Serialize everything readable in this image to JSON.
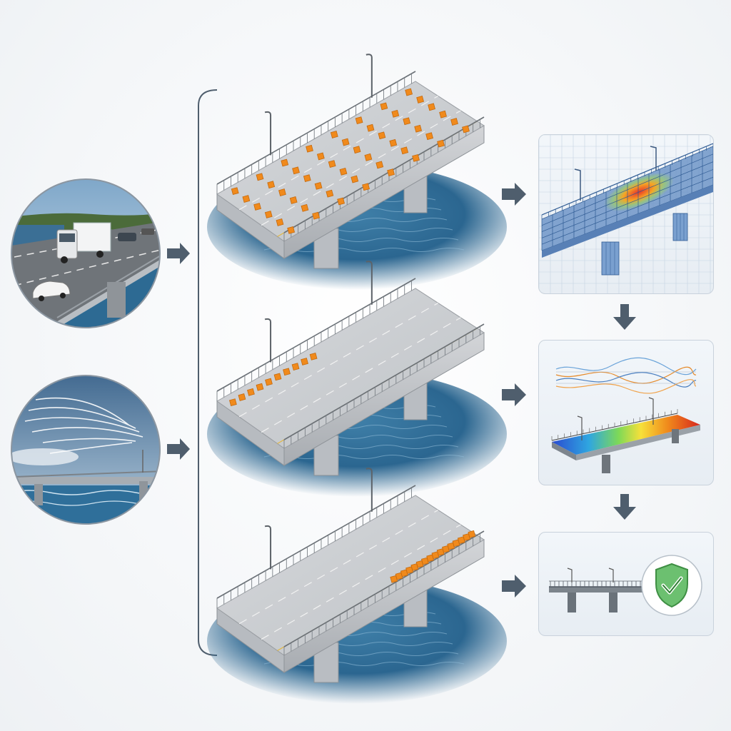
{
  "diagram": {
    "inputs": [
      {
        "name": "traffic-load-input",
        "icon": "traffic-scene-icon"
      },
      {
        "name": "wind-load-input",
        "icon": "wind-scene-icon"
      }
    ],
    "sensor_layouts": [
      {
        "name": "full-grid-sensor-layout",
        "sensors": 48
      },
      {
        "name": "edge-sensor-layout-a",
        "sensors": 10
      },
      {
        "name": "edge-sensor-layout-b",
        "sensors": 16
      }
    ],
    "outputs": [
      {
        "name": "finite-element-model-panel",
        "icon": "mesh-heatmap-icon"
      },
      {
        "name": "signal-response-panel",
        "icon": "waveform-heatmap-icon"
      },
      {
        "name": "safety-assessment-panel",
        "icon": "shield-check-icon"
      }
    ],
    "colors": {
      "sensor": "#f08a1c",
      "arrow": "#4f5e6d",
      "water": "#2f6f9a",
      "deck": "#c9ccd0",
      "mesh": "#4a79b8",
      "shield": "#4caf50"
    }
  }
}
